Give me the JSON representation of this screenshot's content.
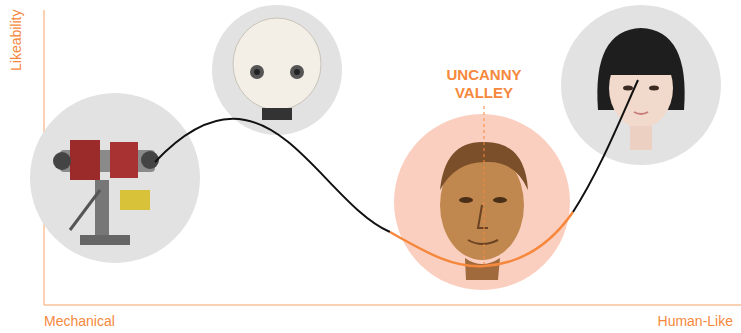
{
  "diagram": {
    "labels": [
      "UNCANNY VALLEY",
      "Likeability",
      "Mechanical",
      "Human-Like"
    ]
  }
}
